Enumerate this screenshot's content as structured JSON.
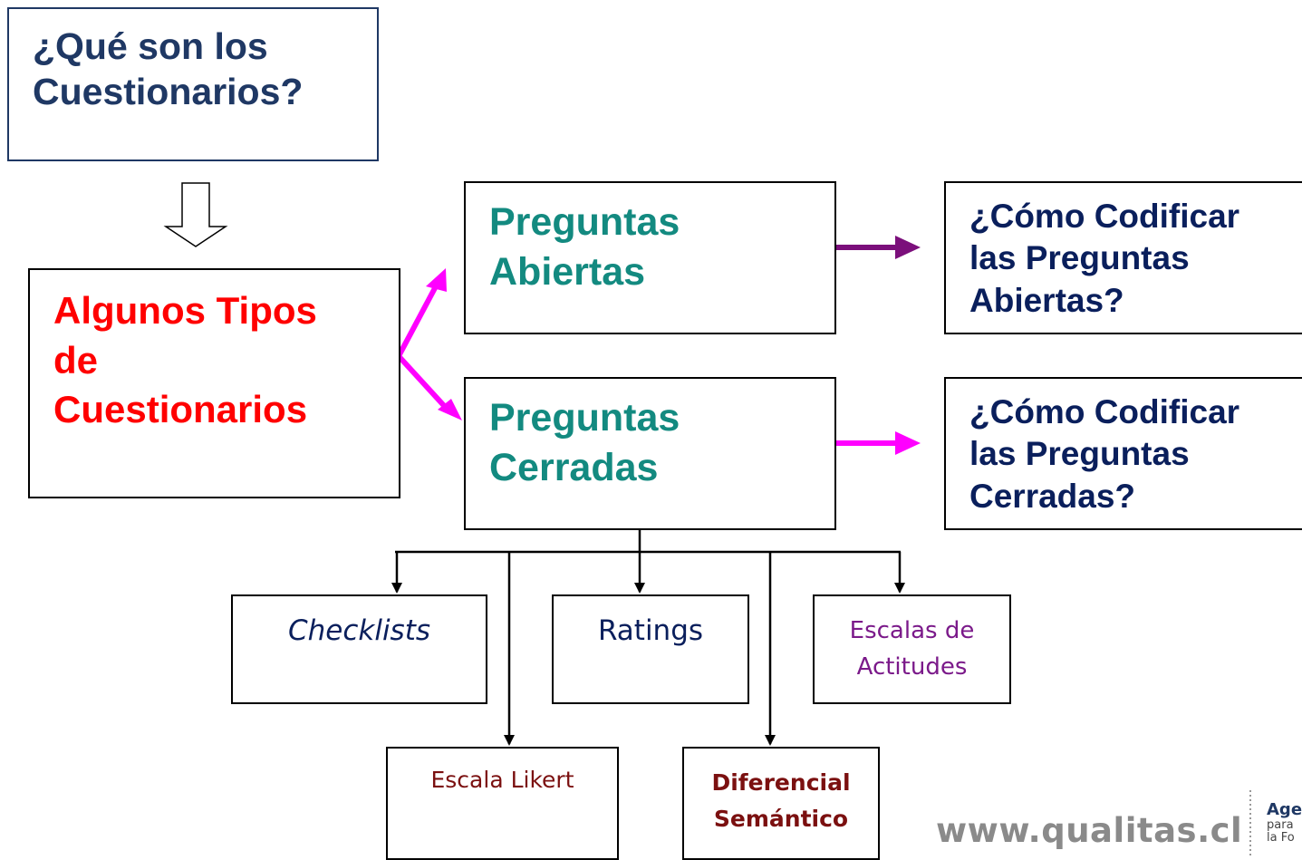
{
  "boxes": {
    "what": {
      "l1": "¿Qué son los",
      "l2": "Cuestionarios?"
    },
    "types": {
      "l1": "Algunos Tipos",
      "l2": "de",
      "l3": "Cuestionarios"
    },
    "open": {
      "l1": "Preguntas",
      "l2": "Abiertas"
    },
    "closed": {
      "l1": "Preguntas",
      "l2": "Cerradas"
    },
    "code_open": {
      "l1": "¿Cómo Codificar",
      "l2": "las Preguntas",
      "l3": "Abiertas?"
    },
    "code_closed": {
      "l1": "¿Cómo Codificar",
      "l2": "las Preguntas",
      "l3": "Cerradas?"
    },
    "checklists": "Checklists",
    "ratings": "Ratings",
    "attitudes": {
      "l1": "Escalas de",
      "l2": "Actitudes"
    },
    "likert": "Escala Likert",
    "semantic": {
      "l1": "Diferencial",
      "l2": "Semántico"
    }
  },
  "footer": {
    "website": "www.qualitas.cl",
    "logo_fragment": {
      "l1": "Age",
      "l2": "para",
      "l3": "la Fo"
    }
  },
  "colors": {
    "navy": "#1f3864",
    "red": "#ff0000",
    "teal": "#138a80",
    "dark_navy": "#0a1f5c",
    "magenta": "#ff00ff",
    "purple_arrow": "#7b0f7b",
    "purple_text": "#7b1a8a",
    "maroon": "#7b1010",
    "gray": "#8a8a8a"
  }
}
